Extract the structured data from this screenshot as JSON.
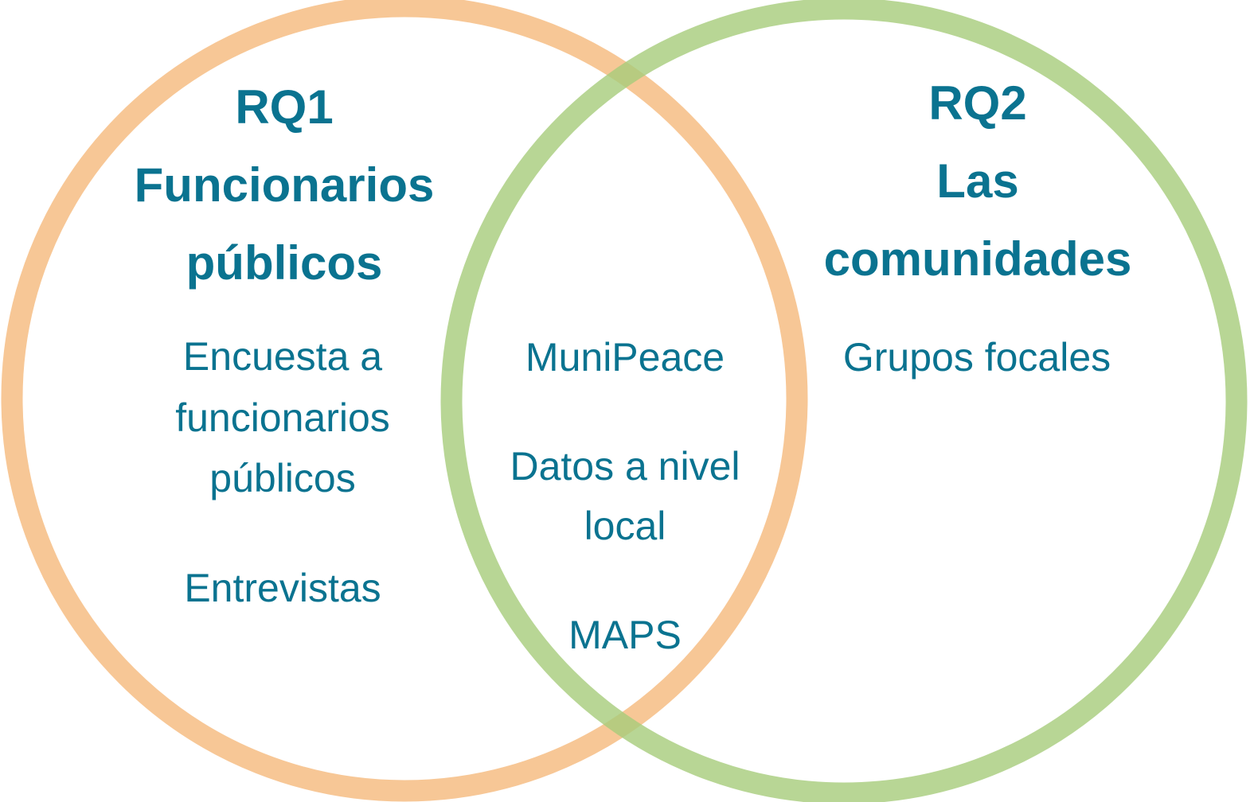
{
  "colors": {
    "left_circle": "#f5b97c",
    "right_circle": "#a6cc7a",
    "text": "#0a7390"
  },
  "left": {
    "title_lines": [
      "RQ1",
      "Funcionarios",
      "públicos"
    ],
    "items": [
      [
        "Encuesta a",
        "funcionarios",
        "públicos"
      ],
      [
        "Entrevistas"
      ]
    ]
  },
  "overlap": {
    "items": [
      [
        "MuniPeace"
      ],
      [
        "Datos a nivel",
        "local"
      ],
      [
        "MAPS"
      ]
    ]
  },
  "right": {
    "title_lines": [
      "RQ2",
      "Las",
      "comunidades"
    ],
    "items": [
      [
        "Grupos focales"
      ]
    ]
  }
}
